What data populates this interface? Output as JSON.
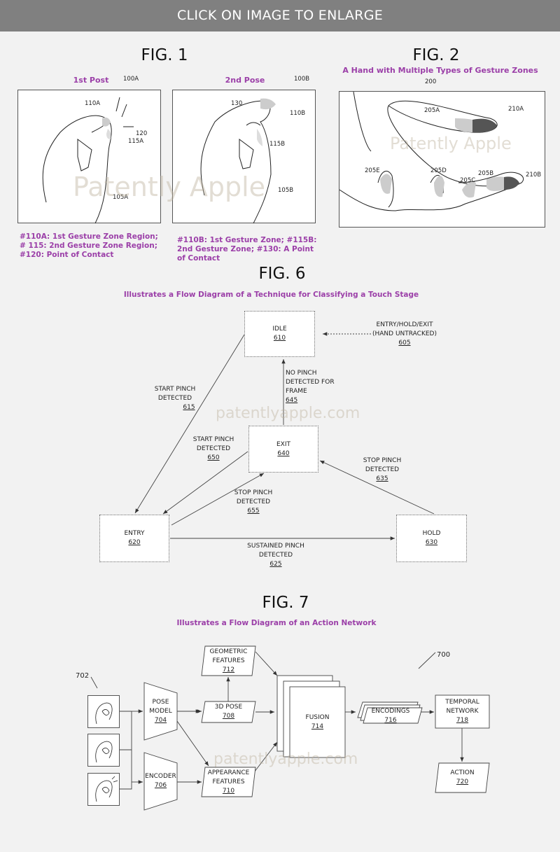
{
  "header": {
    "label": "CLICK ON IMAGE TO ENLARGE"
  },
  "fig1": {
    "title": "FIG. 1",
    "pose1_label": "1st Post",
    "pose2_label": "2nd Pose",
    "refs1": {
      "r100a": "100A",
      "r110a": "110A",
      "r120": "120",
      "r115a": "115A",
      "r105a": "105A"
    },
    "refs2": {
      "r100b": "100B",
      "r130": "130",
      "r110b": "110B",
      "r115b": "115B",
      "r105b": "105B"
    },
    "caption1": "#110A: 1st Gesture Zone Region; # 115: 2nd Gesture Zone Region; #120: Point of Contact",
    "caption2": "#110B: 1st Gesture Zone; #115B: 2nd Gesture Zone; #130: A Point of Contact",
    "watermark": "Patently Apple"
  },
  "fig2": {
    "title": "FIG. 2",
    "subtitle": "A Hand with Multiple Types of Gesture Zones",
    "refs": {
      "r200": "200",
      "r205a": "205A",
      "r210a": "210A",
      "r205e": "205E",
      "r205d": "205D",
      "r205c": "205C",
      "r205b": "205B",
      "r210b": "210B"
    },
    "watermark": "Patently Apple"
  },
  "fig6": {
    "title": "FIG. 6",
    "subtitle": "Illustrates a Flow Diagram of a Technique for Classifying a Touch Stage",
    "states": {
      "idle": {
        "label": "IDLE",
        "num": "610"
      },
      "exit": {
        "label": "EXIT",
        "num": "640"
      },
      "entry": {
        "label": "ENTRY",
        "num": "620"
      },
      "hold": {
        "label": "HOLD",
        "num": "630"
      }
    },
    "transitions": {
      "t605": {
        "l1": "ENTRY/HOLD/EXIT",
        "l2": "(HAND UNTRACKED)",
        "num": "605"
      },
      "t615": {
        "l1": "START PINCH",
        "l2": "DETECTED",
        "num": "615"
      },
      "t645": {
        "l1": "NO PINCH",
        "l2": "DETECTED FOR",
        "l3": "FRAME",
        "num": "645"
      },
      "t650": {
        "l1": "START PINCH",
        "l2": "DETECTED",
        "num": "650"
      },
      "t655": {
        "l1": "STOP PINCH",
        "l2": "DETECTED",
        "num": "655"
      },
      "t635": {
        "l1": "STOP PINCH",
        "l2": "DETECTED",
        "num": "635"
      },
      "t625": {
        "l1": "SUSTAINED PINCH",
        "l2": "DETECTED",
        "num": "625"
      }
    },
    "watermark": "patentlyapple.com"
  },
  "fig7": {
    "title": "FIG. 7",
    "subtitle": "Illustrates a Flow Diagram of an Action Network",
    "ref700": "700",
    "ref702": "702",
    "pose_model": {
      "l1": "POSE",
      "l2": "MODEL",
      "num": "704"
    },
    "encoder": {
      "l1": "ENCODER",
      "num": "706"
    },
    "pose3d": {
      "l1": "3D POSE",
      "num": "708"
    },
    "geometric": {
      "l1": "GEOMETRIC",
      "l2": "FEATURES",
      "num": "712"
    },
    "appearance": {
      "l1": "APPEARANCE",
      "l2": "FEATURES",
      "num": "710"
    },
    "fusion": {
      "l1": "FUSION",
      "num": "714"
    },
    "encodings": {
      "l1": "ENCODINGS",
      "num": "716"
    },
    "temporal": {
      "l1": "TEMPORAL",
      "l2": "NETWORK",
      "num": "718"
    },
    "action": {
      "l1": "ACTION",
      "num": "720"
    },
    "watermark": "patentlyapple.com"
  }
}
